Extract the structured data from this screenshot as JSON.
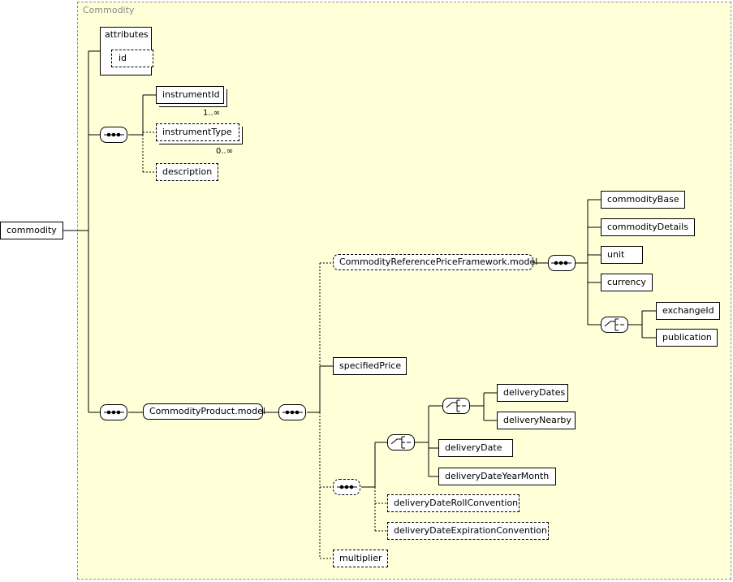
{
  "title": "Commodity",
  "root": "commodity",
  "attributes": {
    "label": "attributes",
    "items": [
      "id"
    ]
  },
  "sequence_1": {
    "instrumentId": "instrumentId",
    "instrumentId_card": "1..∞",
    "instrumentType": "instrumentType",
    "instrumentType_card": "0..∞",
    "description": "description"
  },
  "product_model": "CommodityProduct.model",
  "reference_price_model": "CommodityReferencePriceFramework.model",
  "reference_children": [
    "commodityBase",
    "commodityDetails",
    "unit",
    "currency"
  ],
  "choice_exchange": [
    "exchangeId",
    "publication"
  ],
  "specifiedPrice": "specifiedPrice",
  "delivery_choice_outer": [
    "deliveryDate",
    "deliveryDateYearMonth"
  ],
  "delivery_choice_inner": [
    "deliveryDates",
    "deliveryNearby"
  ],
  "deliveryDateRollConvention": "deliveryDateRollConvention",
  "deliveryDateExpirationConvention": "deliveryDateExpirationConvention",
  "multiplier": "multiplier"
}
